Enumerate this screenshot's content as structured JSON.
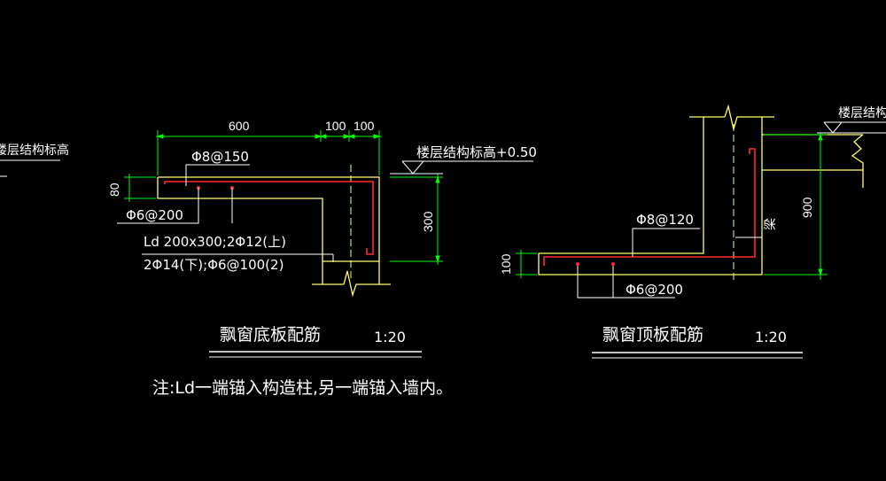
{
  "colors": {
    "background": "#000000",
    "outline": "#ffff66",
    "rebar": "#ff2a2a",
    "dimension": "#00ff00",
    "leader": "#ffffff"
  },
  "left_partial": {
    "floor_label": "楼层结构标高"
  },
  "bottom_slab": {
    "dim_600": "600",
    "dim_100a": "100",
    "dim_100b": "100",
    "dim_80": "80",
    "dim_300": "300",
    "level_label": "楼层结构标高+0.50",
    "rebar_top": "Φ8@150",
    "rebar_bottom": "Φ6@200",
    "beam_line1": "Ld 200x300;2Φ12(上)",
    "beam_line2": "2Φ14(下);Φ6@100(2)",
    "title": "飘窗底板配筋",
    "scale": "1:20"
  },
  "top_slab": {
    "floor_label": "楼层结构标高",
    "dim_900": "900",
    "dim_100": "100",
    "rebar_top": "Φ8@120",
    "rebar_bottom": "Φ6@200",
    "beam_label": "梁",
    "title": "飘窗顶板配筋",
    "scale": "1:20"
  },
  "note": "注:Ld一端锚入构造柱,另一端锚入墙内。"
}
